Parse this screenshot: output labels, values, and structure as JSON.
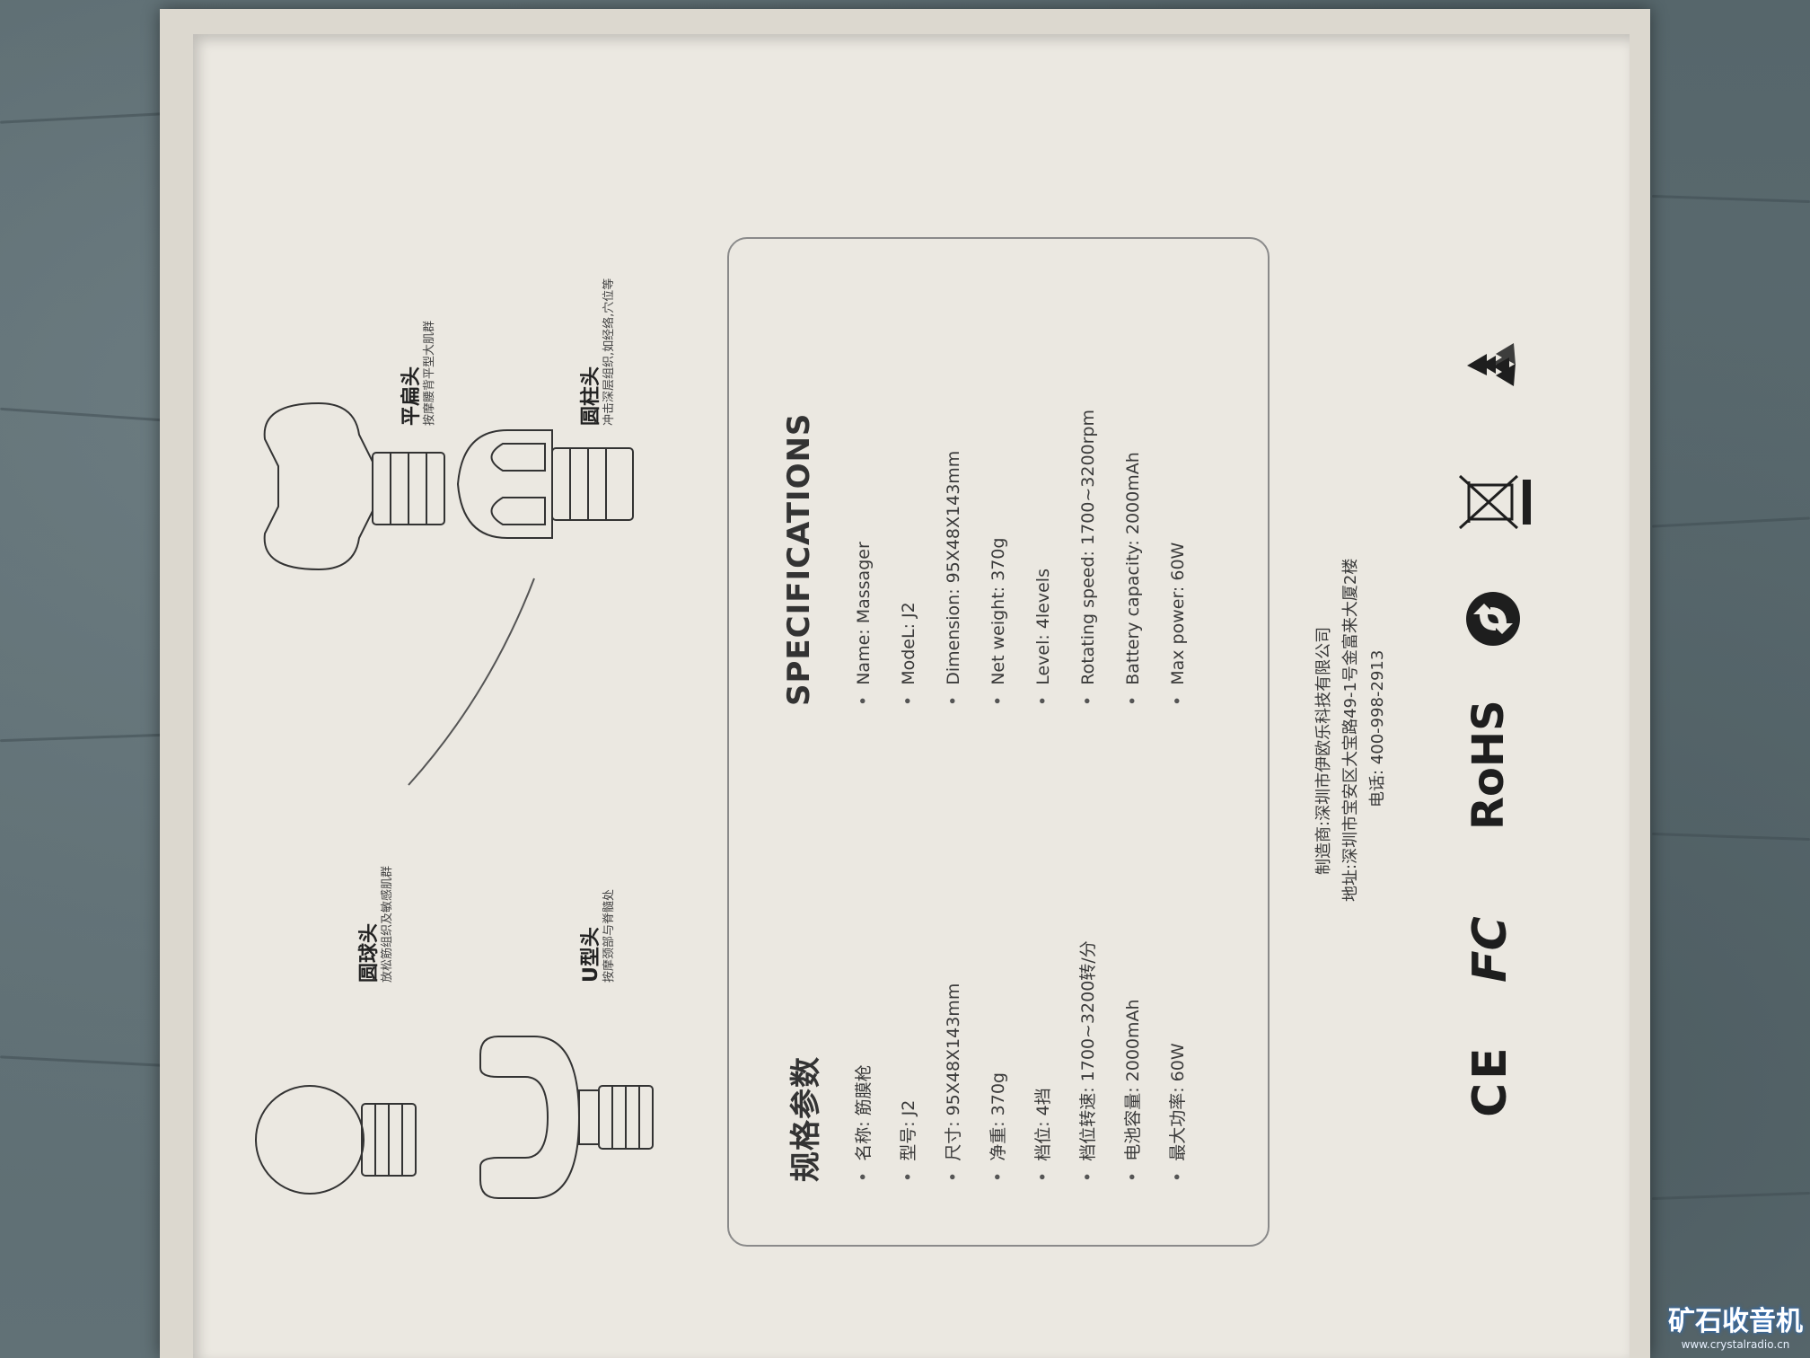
{
  "tips": [
    {
      "title": "平扁头",
      "desc": "按摩腰背平型大肌群"
    },
    {
      "title": "圆柱头",
      "desc": "冲击深层组织,如经络,穴位等"
    },
    {
      "title": "圆球头",
      "desc": "放松筋组织及敏感肌群"
    },
    {
      "title": "U型头",
      "desc": "按摩颈部与脊髓处"
    }
  ],
  "specs_en": {
    "title": "SPECIFICATIONS",
    "items": [
      "Name: Massager",
      "ModeL: J2",
      "Dimension: 95X48X143mm",
      "Net weight: 370g",
      "Level: 4levels",
      "Rotating speed: 1700~3200rpm",
      "Battery capacity: 2000mAh",
      "Max power: 60W"
    ]
  },
  "specs_cn": {
    "title": "规格参数",
    "items": [
      "名称: 筋膜枪",
      "型号: J2",
      "尺寸: 95X48X143mm",
      "净重: 370g",
      "档位: 4挡",
      "档位转速: 1700~3200转/分",
      "电池容量: 2000mAh",
      "最大功率: 60W"
    ]
  },
  "maker": {
    "manufacturer": "制造商:深圳市伊欧乐科技有限公司",
    "address": "地址:深圳市宝安区大宝路49-1号金富来大厦2楼",
    "phone": "电话: 400-998-2913"
  },
  "logos": {
    "ce": "CE",
    "fc": "FC",
    "rohs": "RoHS"
  },
  "watermark": {
    "title": "矿石收音机",
    "url": "www.crystalradio.cn",
    "color": "#1d6fd6"
  }
}
